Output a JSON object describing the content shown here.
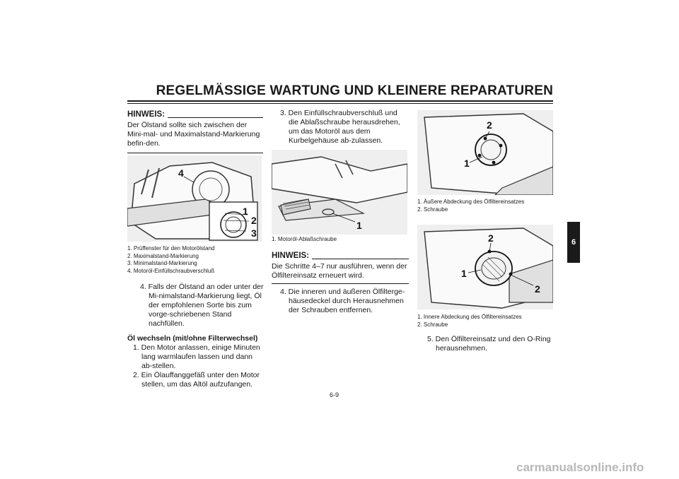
{
  "header": {
    "title": "REGELMÄSSIGE WARTUNG UND KLEINERE REPARATUREN"
  },
  "chapter_tab": "6",
  "left_column": {
    "note_title": "HINWEIS:",
    "note_text": "Der Ölstand sollte sich zwischen der Mini-mal- und Maximalstand-Markierung befin-den.",
    "figure_callouts": [
      "4",
      "1",
      "2",
      "3"
    ],
    "captions": [
      "1. Prüffenster für den Motorölstand",
      "2. Maximalstand-Markierung",
      "3. Minimalstand-Markierung",
      "4. Motoröl-Einfüllschraubverschluß"
    ],
    "step4": "4. Falls der Ölstand an oder unter der Mi-nimalstand-Markierung liegt, Öl der empfohlenen Sorte bis zum vorge-schriebenen Stand nachfüllen.",
    "section_heading": "Öl wechseln (mit/ohne Filterwechsel)",
    "step1": "1. Den Motor anlassen, einige Minuten lang warmlaufen lassen und dann ab-stellen.",
    "step2": "2. Ein Ölauffanggefäß unter den Motor stellen, um das Altöl aufzufangen."
  },
  "middle_column": {
    "step3": "3. Den Einfüllschraubverschluß und die Ablaßschraube herausdrehen, um das Motoröl aus dem Kurbelgehäuse ab-zulassen.",
    "figure_callouts": [
      "1"
    ],
    "captions": [
      "1. Motoröl-Ablaßschraube"
    ],
    "note_title": "HINWEIS:",
    "note_text": "Die Schritte 4–7 nur ausführen, wenn der Ölfiltereinsatz erneuert wird.",
    "step4": "4. Die inneren und äußeren Ölfilterge-häusedeckel durch Herausnehmen der Schrauben entfernen."
  },
  "right_column": {
    "figure1_callouts": [
      "2",
      "1"
    ],
    "figure1_captions": [
      "1. Äußere Abdeckung des Ölfiltereinsatzes",
      "2. Schraube"
    ],
    "figure2_callouts": [
      "2",
      "1",
      "2"
    ],
    "figure2_captions": [
      "1. Innere Abdeckung des Ölfiltereinsatzes",
      "2. Schraube"
    ],
    "step5": "5. Den Ölfiltereinsatz und den O-Ring herausnehmen."
  },
  "footer": {
    "page_number": "6-9"
  },
  "watermark": "carmanualsonline.info"
}
